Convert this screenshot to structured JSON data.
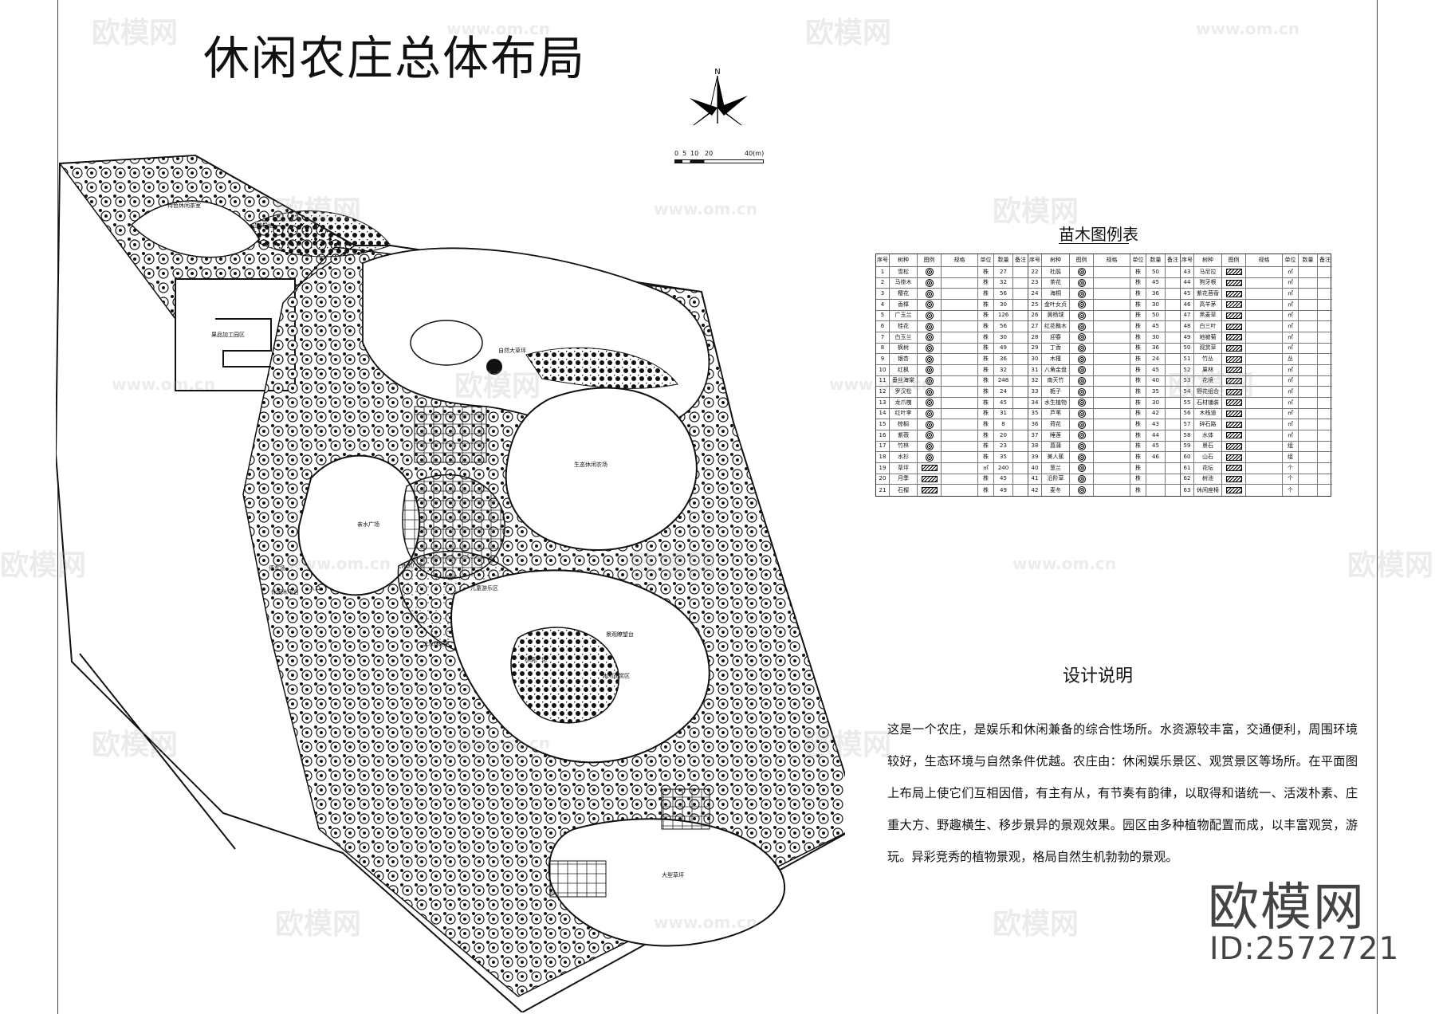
{
  "header": {
    "title": "休闲农庄总体布局"
  },
  "compass": {
    "north_label": "N"
  },
  "scale": {
    "labels": [
      "0",
      "5",
      "10",
      "20",
      "40(m)"
    ]
  },
  "map": {
    "labels": [
      "特色休闲茶室",
      "山林湿地",
      "果品加工园区",
      "自然大草坪",
      "生态休闲农场",
      "亲水广场",
      "休闲广场",
      "儿童游乐区",
      "滨水休闲区",
      "林荫广场",
      "停车场",
      "休闲观赏区",
      "景观瞭望台",
      "大型草坪",
      "休闲木平台",
      "入口"
    ]
  },
  "legend": {
    "title": "苗木图例表",
    "headers": [
      "序号",
      "树种",
      "图例",
      "规格",
      "单位",
      "数量",
      "备注"
    ],
    "rows": [
      [
        "1",
        "雪松",
        "",
        "",
        "株",
        "27",
        ""
      ],
      [
        "2",
        "马褂木",
        "",
        "",
        "株",
        "32",
        ""
      ],
      [
        "3",
        "樱花",
        "",
        "",
        "株",
        "56",
        ""
      ],
      [
        "4",
        "香樟",
        "",
        "",
        "株",
        "30",
        ""
      ],
      [
        "5",
        "广玉兰",
        "",
        "",
        "株",
        "126",
        ""
      ],
      [
        "6",
        "桂花",
        "",
        "",
        "株",
        "56",
        ""
      ],
      [
        "7",
        "白玉兰",
        "",
        "",
        "株",
        "30",
        ""
      ],
      [
        "8",
        "枫树",
        "",
        "",
        "株",
        "49",
        ""
      ],
      [
        "9",
        "银杏",
        "",
        "",
        "株",
        "36",
        ""
      ],
      [
        "10",
        "红枫",
        "",
        "",
        "株",
        "32",
        ""
      ],
      [
        "11",
        "垂丝海棠",
        "",
        "",
        "株",
        "248",
        ""
      ],
      [
        "12",
        "罗汉松",
        "",
        "",
        "株",
        "24",
        ""
      ],
      [
        "13",
        "龙爪槐",
        "",
        "",
        "株",
        "45",
        ""
      ],
      [
        "14",
        "红叶李",
        "",
        "",
        "株",
        "31",
        ""
      ],
      [
        "15",
        "棕榈",
        "",
        "",
        "株",
        "8",
        ""
      ],
      [
        "16",
        "紫薇",
        "",
        "",
        "株",
        "20",
        ""
      ],
      [
        "17",
        "竹林",
        "",
        "",
        "株",
        "23",
        ""
      ],
      [
        "18",
        "水杉",
        "",
        "",
        "株",
        "35",
        ""
      ],
      [
        "19",
        "草坪",
        "",
        "",
        "㎡",
        "240",
        ""
      ],
      [
        "20",
        "月季",
        "",
        "",
        "株",
        "45",
        ""
      ],
      [
        "21",
        "石榴",
        "",
        "",
        "株",
        "49",
        ""
      ],
      [
        "22",
        "杜鹃",
        "",
        "",
        "株",
        "50",
        ""
      ],
      [
        "23",
        "茶花",
        "",
        "",
        "株",
        "45",
        ""
      ],
      [
        "24",
        "海桐",
        "",
        "",
        "株",
        "36",
        ""
      ],
      [
        "25",
        "金叶女贞",
        "",
        "",
        "株",
        "30",
        ""
      ],
      [
        "26",
        "黄杨球",
        "",
        "",
        "株",
        "50",
        ""
      ],
      [
        "27",
        "红花檵木",
        "",
        "",
        "株",
        "45",
        ""
      ],
      [
        "28",
        "迎春",
        "",
        "",
        "株",
        "30",
        ""
      ],
      [
        "29",
        "丁香",
        "",
        "",
        "株",
        "36",
        ""
      ],
      [
        "30",
        "木槿",
        "",
        "",
        "株",
        "24",
        ""
      ],
      [
        "31",
        "八角金盘",
        "",
        "",
        "株",
        "45",
        ""
      ],
      [
        "32",
        "南天竹",
        "",
        "",
        "株",
        "40",
        ""
      ],
      [
        "33",
        "栀子",
        "",
        "",
        "株",
        "35",
        ""
      ],
      [
        "34",
        "水生植物",
        "",
        "",
        "株",
        "30",
        ""
      ],
      [
        "35",
        "芦苇",
        "",
        "",
        "株",
        "42",
        ""
      ],
      [
        "36",
        "荷花",
        "",
        "",
        "株",
        "43",
        ""
      ],
      [
        "37",
        "睡莲",
        "",
        "",
        "株",
        "44",
        ""
      ],
      [
        "38",
        "菖蒲",
        "",
        "",
        "株",
        "45",
        ""
      ],
      [
        "39",
        "美人蕉",
        "",
        "",
        "株",
        "46",
        ""
      ],
      [
        "40",
        "葱兰",
        "",
        "",
        "株",
        "",
        ""
      ],
      [
        "41",
        "沿阶草",
        "",
        "",
        "株",
        "",
        ""
      ],
      [
        "42",
        "麦冬",
        "",
        "",
        "株",
        "",
        ""
      ],
      [
        "43",
        "马尼拉",
        "",
        "",
        "㎡",
        "",
        ""
      ],
      [
        "44",
        "狗牙根",
        "",
        "",
        "㎡",
        "",
        ""
      ],
      [
        "45",
        "紫花苜蓿",
        "",
        "",
        "㎡",
        "",
        ""
      ],
      [
        "46",
        "高羊茅",
        "",
        "",
        "㎡",
        "",
        ""
      ],
      [
        "47",
        "黑麦草",
        "",
        "",
        "㎡",
        "",
        ""
      ],
      [
        "48",
        "白三叶",
        "",
        "",
        "㎡",
        "",
        ""
      ],
      [
        "49",
        "地被菊",
        "",
        "",
        "㎡",
        "",
        ""
      ],
      [
        "50",
        "观赏草",
        "",
        "",
        "㎡",
        "",
        ""
      ],
      [
        "51",
        "竹丛",
        "",
        "",
        "丛",
        "",
        ""
      ],
      [
        "52",
        "果林",
        "",
        "",
        "㎡",
        "",
        ""
      ],
      [
        "53",
        "花境",
        "",
        "",
        "㎡",
        "",
        ""
      ],
      [
        "54",
        "野花组合",
        "",
        "",
        "㎡",
        "",
        ""
      ],
      [
        "55",
        "石材铺装",
        "",
        "",
        "㎡",
        "",
        ""
      ],
      [
        "56",
        "木栈道",
        "",
        "",
        "㎡",
        "",
        ""
      ],
      [
        "57",
        "碎石路",
        "",
        "",
        "㎡",
        "",
        ""
      ],
      [
        "58",
        "水体",
        "",
        "",
        "㎡",
        "",
        ""
      ],
      [
        "59",
        "景石",
        "",
        "",
        "组",
        "",
        ""
      ],
      [
        "60",
        "山石",
        "",
        "",
        "组",
        "",
        ""
      ],
      [
        "61",
        "花坛",
        "",
        "",
        "个",
        "",
        ""
      ],
      [
        "62",
        "树池",
        "",
        "",
        "个",
        "",
        ""
      ],
      [
        "63",
        "休闲座椅",
        "",
        "",
        "个",
        "",
        ""
      ]
    ]
  },
  "design": {
    "title": "设计说明",
    "paragraph": "这是一个农庄，是娱乐和休闲兼备的综合性场所。水资源较丰富，交通便利，周围环境较好，生态环境与自然条件优越。农庄由：休闲娱乐景区、观赏景区等场所。在平面图上布局上使它们互相因借，有主有从，有节奏有韵律，以取得和谐统一、活泼朴素、庄重大方、野趣横生、移步景异的景观效果。园区由多种植物配置而成，以丰富观赏，游玩。异彩竞秀的植物景观，格局自然生机勃勃的景观。"
  },
  "watermark": {
    "brand": "欧模网",
    "url": "www.om.cn",
    "id_text": "ID:2572721"
  }
}
